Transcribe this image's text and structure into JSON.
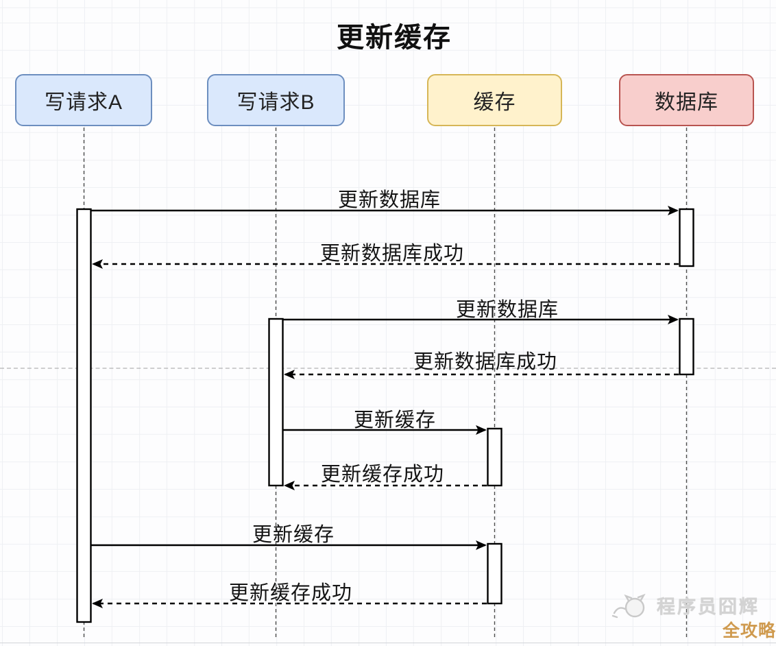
{
  "title": "更新缓存",
  "actors": [
    {
      "label": "写请求A",
      "fill": "#dae8fc",
      "border": "#6c8ebf"
    },
    {
      "label": "写请求B",
      "fill": "#dae8fc",
      "border": "#6c8ebf"
    },
    {
      "label": "缓存",
      "fill": "#fff2cc",
      "border": "#d6b656"
    },
    {
      "label": "数据库",
      "fill": "#f8cecc",
      "border": "#b85450"
    }
  ],
  "messages": [
    {
      "from": "写请求A",
      "to": "数据库",
      "label": "更新数据库",
      "line": "solid"
    },
    {
      "from": "数据库",
      "to": "写请求A",
      "label": "更新数据库成功",
      "line": "dashed"
    },
    {
      "from": "写请求B",
      "to": "数据库",
      "label": "更新数据库",
      "line": "solid"
    },
    {
      "from": "数据库",
      "to": "写请求B",
      "label": "更新数据库成功",
      "line": "dashed"
    },
    {
      "from": "写请求B",
      "to": "缓存",
      "label": "更新缓存",
      "line": "solid"
    },
    {
      "from": "缓存",
      "to": "写请求B",
      "label": "更新缓存成功",
      "line": "dashed"
    },
    {
      "from": "写请求A",
      "to": "缓存",
      "label": "更新缓存",
      "line": "solid"
    },
    {
      "from": "缓存",
      "to": "写请求A",
      "label": "更新缓存成功",
      "line": "dashed"
    }
  ],
  "watermark": {
    "name": "程序员囧辉",
    "badge": "全攻略",
    "badge_color": "#cf9a4e"
  }
}
